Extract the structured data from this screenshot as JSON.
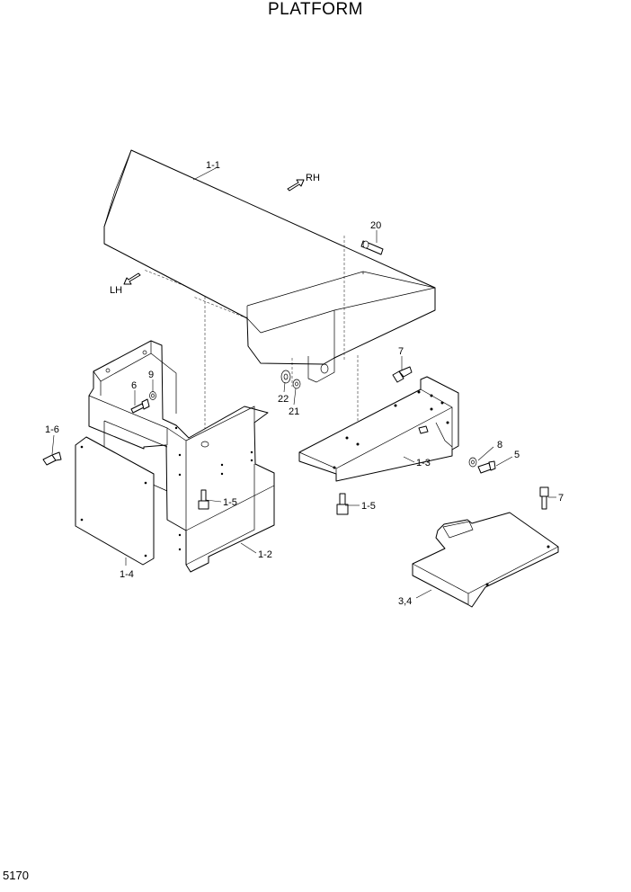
{
  "title": "PLATFORM",
  "page_number": "5170",
  "callouts": {
    "c_1_1": "1-1",
    "c_rh": "RH",
    "c_lh": "LH",
    "c_20": "20",
    "c_7a": "7",
    "c_9": "9",
    "c_6": "6",
    "c_22": "22",
    "c_21": "21",
    "c_1_6": "1-6",
    "c_1_5a": "1-5",
    "c_1_3": "1-3",
    "c_8": "8",
    "c_5": "5",
    "c_1_5b": "1-5",
    "c_7b": "7",
    "c_1_2": "1-2",
    "c_1_4": "1-4",
    "c_3_4": "3,4"
  }
}
